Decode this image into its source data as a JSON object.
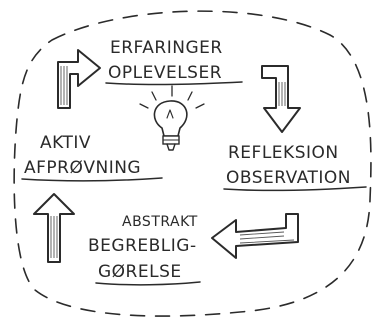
{
  "stages": {
    "experience": {
      "line1": "ERFARINGER",
      "line2": "OPLEVELSER"
    },
    "reflection": {
      "line1": "REFLEKSION",
      "line2": "OBSERVATION"
    },
    "abstract": {
      "line1": "ABSTRAKT",
      "line2": "BEGREBLIG-",
      "line3": "GØRELSE"
    },
    "active": {
      "line1": "AKTIV",
      "line2": "AFPRØVNING"
    }
  },
  "icons": {
    "center": "lightbulb-icon"
  },
  "colors": {
    "ink": "#2b2b2b",
    "paper": "#ffffff"
  }
}
